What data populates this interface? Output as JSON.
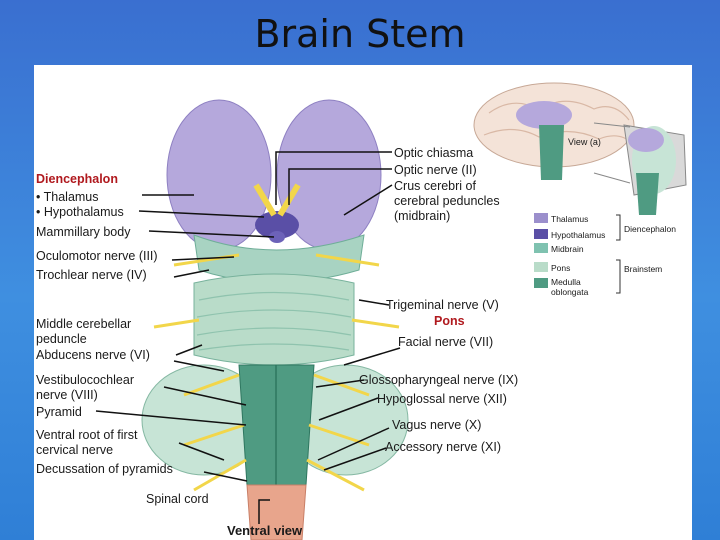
{
  "title": "Brain Stem",
  "labels_left": {
    "diencephalon": "Diencephalon",
    "thalamus": "• Thalamus",
    "hypothalamus": "• Hypothalamus",
    "mammillary": "Mammillary body",
    "oculomotor": "Oculomotor nerve (III)",
    "trochlear": "Trochlear nerve (IV)",
    "middle_cerebellar": "Middle cerebellar\npeduncle",
    "abducens": "Abducens nerve (VI)",
    "vestibulocochlear": "Vestibulocochlear\nnerve (VIII)",
    "pyramid": "Pyramid",
    "ventral_root": "Ventral root of first\ncervical nerve",
    "decussation": "Decussation of pyramids",
    "spinal_cord": "Spinal cord",
    "ventral_view": "Ventral view"
  },
  "labels_right": {
    "optic_chiasma": "Optic chiasma",
    "optic_nerve": "Optic nerve (II)",
    "crus_cerebri": "Crus cerebri of\ncerebral peduncles\n(midbrain)",
    "trigeminal": "Trigeminal nerve (V)",
    "pons": "Pons",
    "facial": "Facial nerve (VII)",
    "glossopharyngeal": "Glossopharyngeal nerve (IX)",
    "hypoglossal": "Hypoglossal nerve (XII)",
    "vagus": "Vagus nerve (X)",
    "accessory": "Accessory nerve (XI)"
  },
  "inset": {
    "view_label": "View (a)"
  },
  "key": {
    "thalamus": "Thalamus",
    "hypothalamus": "Hypothalamus",
    "midbrain": "Midbrain",
    "pons": "Pons",
    "medulla": "Medulla\noblongata",
    "diencephalon_group": "Diencephalon",
    "brainstem_group": "Brainstem"
  },
  "colors": {
    "thalamus": "#9b8fcc",
    "hypothalamus": "#5a4fa6",
    "midbrain": "#7fc2b0",
    "pons": "#b9dcc9",
    "medulla": "#4f9b82",
    "spinal_cord": "#e8a58c",
    "nerve": "#f2d64a"
  }
}
